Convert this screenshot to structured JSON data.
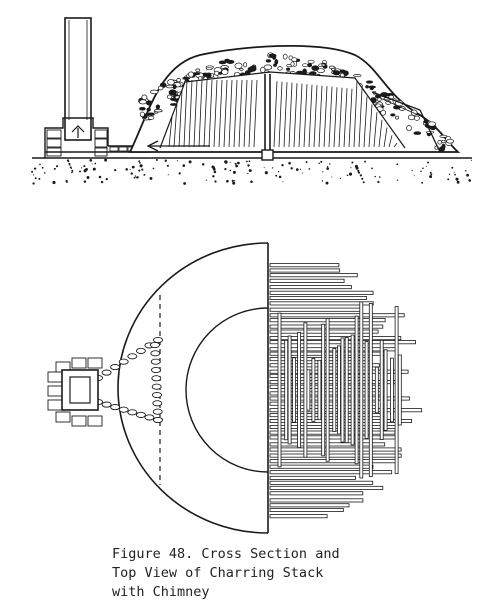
{
  "caption": {
    "lines": [
      "Figure 48. Cross Section and",
      "Top View of Charring Stack",
      "with Chimney"
    ]
  },
  "colors": {
    "ink": "#1a1a1a",
    "paper": "#ffffff"
  },
  "icons": {
    "flow_arrow": "arrow-icon"
  }
}
